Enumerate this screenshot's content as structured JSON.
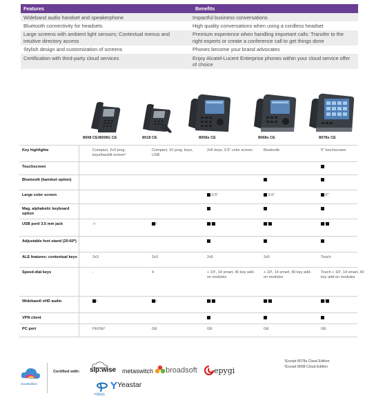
{
  "features_table": {
    "header": {
      "features": "Features",
      "benefits": "Benefits"
    },
    "rows": [
      {
        "feature": "Wideband audio handset and speakerphone",
        "benefit": "Impactful business conversations"
      },
      {
        "feature": "Bluetooth connectivity for headsets",
        "benefit": "High quality conversations when using a cordless headset"
      },
      {
        "feature": "Large screens with ambient light sensors; Contextual menus and intuitive directory access",
        "benefit": "Premium experience when handling important calls: Transfer to the right experts or create a conference call to get things done"
      },
      {
        "feature": "Stylish design and customization of screens",
        "benefit": "Phones become your brand advocates"
      },
      {
        "feature": "Certification with third-party cloud services",
        "benefit": "Enjoy Alcatel-Lucent Enterprise phones within your cloud service offer of choice"
      }
    ]
  },
  "models": [
    "8008 CE/8008G CE",
    "8018 CE",
    "8058s CE",
    "8068s CE",
    "8078s CE"
  ],
  "comparison": [
    {
      "label": "Key highlights",
      "values": [
        "Compact, 2x3 prog. keys/backlit screen²",
        "Compact, 10 prog. keys, USB",
        "2x5 keys, 3.5\" color screen",
        "Bluetooth",
        "5\" touchscreen"
      ]
    },
    {
      "label": "Touchscreen",
      "values": [
        "",
        "",
        "",
        "",
        "■"
      ]
    },
    {
      "label": "Bluetooth (handset option)",
      "values": [
        "",
        "",
        "",
        "■",
        "■"
      ]
    },
    {
      "label": "Large color screen",
      "values": [
        "",
        "",
        "■ 3.5\"",
        "■ 3.5\"",
        "■ 5\""
      ]
    },
    {
      "label": "Mag. alphabetic keyboard option",
      "values": [
        "",
        "",
        "■",
        "■",
        "■"
      ]
    },
    {
      "label": "USB port/ 3.5 mm jack",
      "values": [
        "-/-",
        "■/-",
        "■/■",
        "■/■",
        "■/■"
      ]
    },
    {
      "label": "Adjustable foot stand (20-60º)",
      "values": [
        "",
        "",
        "■",
        "■",
        "■"
      ]
    },
    {
      "label": "ALE features: contextual keys",
      "values": [
        "2x3",
        "2x3",
        "2x5",
        "2x5",
        "Touch"
      ]
    },
    {
      "label": "Speed-dial keys",
      "values": [
        "-",
        "4",
        "+ 10¹, 14 smart, 40 key add-on modules",
        "+ 10¹, 14 smart, 40 key add-on modules",
        "Touch + 10¹, 14 smart, 40 key add-on modules"
      ]
    },
    {
      "label": "Wideband/ eHD audio",
      "values": [
        "■/-",
        "■/-",
        "■/■",
        "■/■",
        "■/■"
      ]
    },
    {
      "label": "VPN client",
      "values": [
        "",
        "",
        "■",
        "■",
        "■"
      ]
    },
    {
      "label": "PC port",
      "values": [
        "FE/GE²",
        "GE",
        "GE",
        "GE",
        "GE"
      ]
    }
  ],
  "footer": {
    "cloud_logo_text": "cloudEdition",
    "certified_label": "Certified with:",
    "brands": {
      "sipwise": "sip:wise",
      "metaswitch": "metaswitch",
      "broadsoft": "broadsoft",
      "epygi": "epygi",
      "yeastar": "Yeastar"
    },
    "telecom_text": "中国电信",
    "notes": [
      "¹Except 8078s Cloud Edition",
      "²Except 8008 Cloud Edition"
    ]
  },
  "colors": {
    "header_purple": "#6a3e93",
    "row_alt": "#ececec",
    "phone_body": "#2c3036",
    "screen_blue": "#5a86b8"
  }
}
